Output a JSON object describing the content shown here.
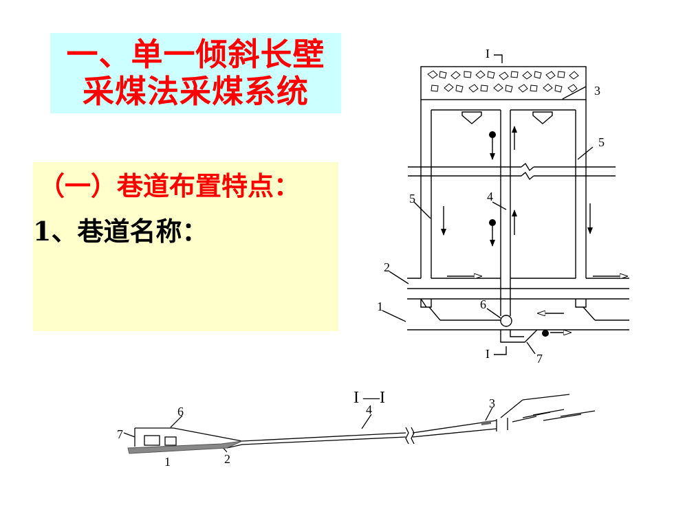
{
  "title": {
    "line1": "一、单一倾斜长壁",
    "line2": "采煤法采煤系统"
  },
  "section": {
    "heading": "（一）巷道布置特点：",
    "item1": "1、巷道名称："
  },
  "plan_view": {
    "section_mark_top": "I",
    "section_mark_bottom": "I",
    "labels": [
      "1",
      "2",
      "3",
      "4",
      "5",
      "5",
      "6",
      "7"
    ]
  },
  "section_view": {
    "title": "I —I",
    "labels": [
      "1",
      "2",
      "3",
      "4",
      "6",
      "7"
    ]
  },
  "colors": {
    "title_text": "#ff0000",
    "title_bg": "#ccffff",
    "section_bg": "#ffffcc",
    "heading_text": "#ff0000",
    "item_text": "#000000"
  }
}
